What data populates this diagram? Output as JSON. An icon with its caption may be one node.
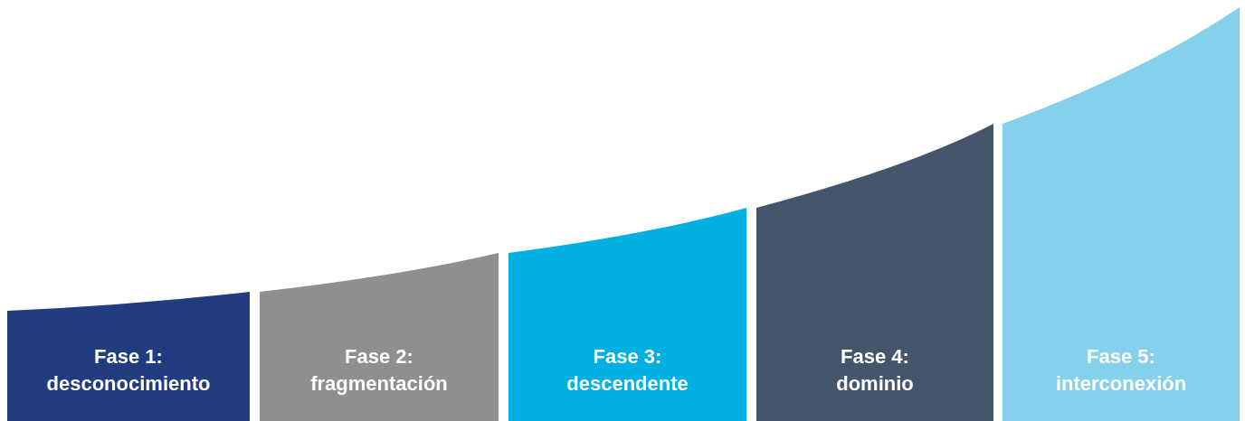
{
  "diagram": {
    "nodes": [
      {
        "text": [
          "Fase 1:",
          "desconocimiento"
        ]
      },
      {
        "text": [
          "Fase 2:",
          "fragmentación"
        ]
      },
      {
        "text": [
          "Fase 3:",
          "descendente"
        ]
      },
      {
        "text": [
          "Fase 4:",
          "dominio"
        ]
      },
      {
        "text": [
          "Fase 5:",
          "interconexión"
        ]
      }
    ]
  }
}
